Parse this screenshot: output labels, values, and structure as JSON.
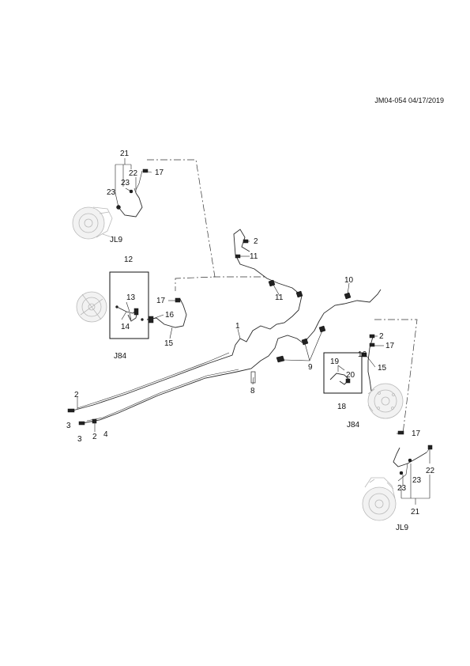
{
  "header": {
    "doc_id": "JM04-054 04/17/2019"
  },
  "variants": {
    "left_upper": "JL9",
    "left_box": "J84",
    "right_box": "J84",
    "right_lower": "JL9"
  },
  "callouts": {
    "c1": "1",
    "c2a": "2",
    "c2b": "2",
    "c2c": "2",
    "c2d": "2",
    "c3a": "3",
    "c3b": "3",
    "c4": "4",
    "c8": "8",
    "c9": "9",
    "c10": "10",
    "c11a": "11",
    "c11b": "11",
    "c12": "12",
    "c13": "13",
    "c14": "14",
    "c15a": "15",
    "c15b": "15",
    "c16a": "16",
    "c16b": "16",
    "c17a": "17",
    "c17b": "17",
    "c17c": "17",
    "c17d": "17",
    "c18": "18",
    "c19": "19",
    "c20": "20",
    "c21a": "21",
    "c21b": "21",
    "c22a": "22",
    "c22b": "22",
    "c23a": "23",
    "c23b": "23",
    "c23c": "23",
    "c23d": "23"
  }
}
